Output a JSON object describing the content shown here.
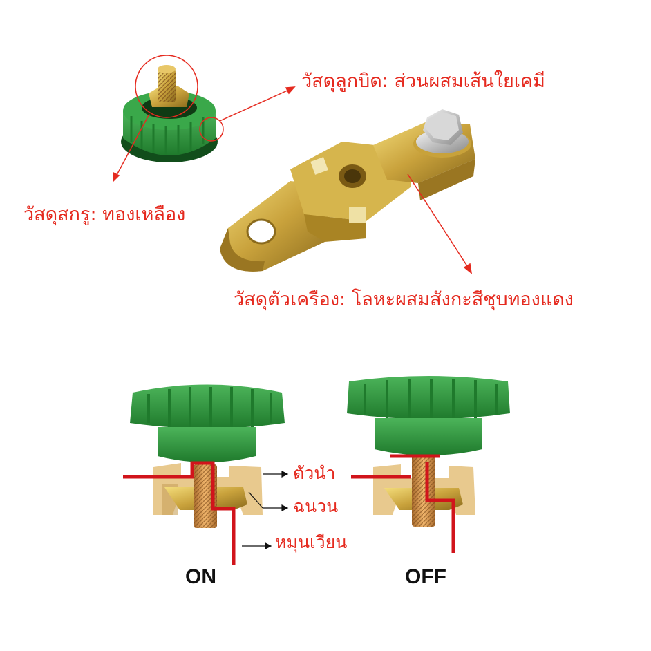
{
  "callouts": {
    "knob_material": "วัสดุลูกบิด: ส่วนผสมเส้นใยเคมี",
    "screw_material": "วัสดุสกรู: ทองเหลือง",
    "body_material": "วัสดุตัวเครือง: โลหะผสมสังกะสีชุบทองแดง"
  },
  "diagram": {
    "conductor": "ตัวนำ",
    "insulator": "ฉนวน",
    "circuit": "หมุนเวียน",
    "on": "ON",
    "off": "OFF"
  },
  "colors": {
    "label_red": "#e52a1f",
    "knob_green": "#2e9a3a",
    "brass": "#c9a23c",
    "insulator_beige": "#e8c98e",
    "circuit_red": "#d1141b"
  }
}
